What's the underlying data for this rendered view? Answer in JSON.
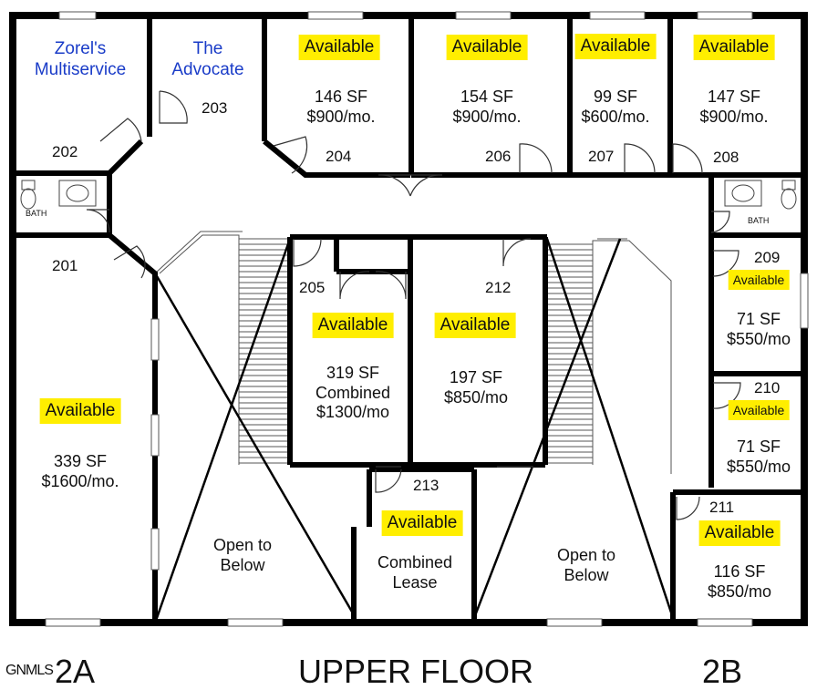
{
  "plan": {
    "title": "UPPER FLOOR",
    "side_left": "2A",
    "side_right": "2B",
    "watermark": "GNMLS",
    "bath_label": "BATH",
    "open_label": [
      "Open to",
      "Below"
    ],
    "combined_lease": [
      "Combined",
      "Lease"
    ],
    "available_label": "Available",
    "rooms": {
      "r202": {
        "number": "202",
        "tenant": [
          "Zorel's",
          "Multiservice"
        ]
      },
      "r203": {
        "number": "203",
        "tenant": [
          "The",
          "Advocate"
        ]
      },
      "r204": {
        "number": "204",
        "size": "146 SF",
        "rent": "$900/mo."
      },
      "r206": {
        "number": "206",
        "size": "154 SF",
        "rent": "$900/mo."
      },
      "r207": {
        "number": "207",
        "size": "99 SF",
        "rent": "$600/mo."
      },
      "r208": {
        "number": "208",
        "size": "147 SF",
        "rent": "$900/mo."
      },
      "r201": {
        "number": "201",
        "size": "339 SF",
        "rent": "$1600/mo."
      },
      "r205": {
        "number": "205",
        "size": "319 SF",
        "note": "Combined",
        "rent": "$1300/mo"
      },
      "r212": {
        "number": "212",
        "size": "197 SF",
        "rent": "$850/mo"
      },
      "r209": {
        "number": "209",
        "size": "71 SF",
        "rent": "$550/mo"
      },
      "r210": {
        "number": "210",
        "size": "71 SF",
        "rent": "$550/mo"
      },
      "r211": {
        "number": "211",
        "size": "116 SF",
        "rent": "$850/mo"
      },
      "r213": {
        "number": "213"
      }
    }
  }
}
